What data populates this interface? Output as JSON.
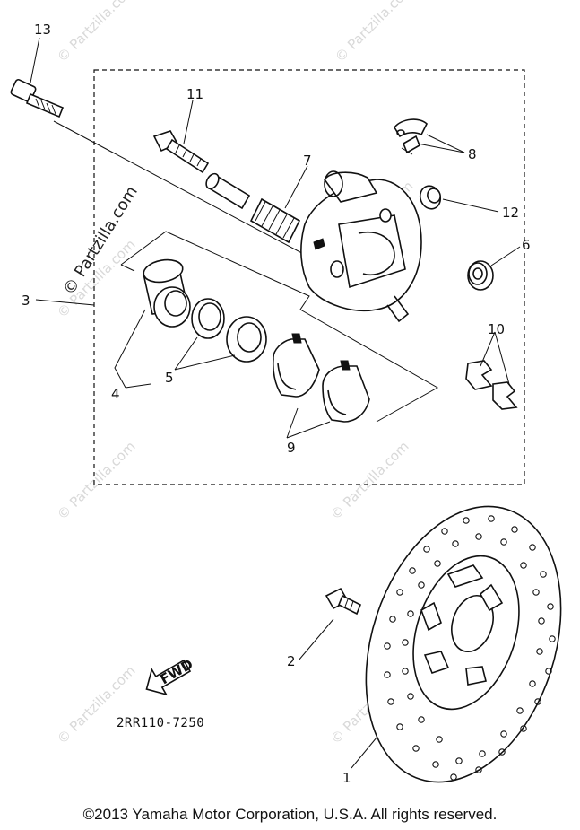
{
  "diagram": {
    "part_numbers": {
      "n1": "1",
      "n2": "2",
      "n3": "3",
      "n4": "4",
      "n5": "5",
      "n6": "6",
      "n7": "7",
      "n8": "8",
      "n9": "9",
      "n10": "10",
      "n11": "11",
      "n12": "12",
      "n13": "13"
    },
    "fwd_label": "FWD",
    "diagram_code": "2RR110-7250",
    "watermark_main": "© Partzilla.com",
    "watermark_repeat": "© Partzilla.com"
  },
  "footer": {
    "copyright": "©2013  Yamaha Motor Corporation, U.S.A. All rights reserved."
  },
  "colors": {
    "line": "#111111",
    "watermark": "#d9d9d9",
    "background": "#ffffff"
  }
}
